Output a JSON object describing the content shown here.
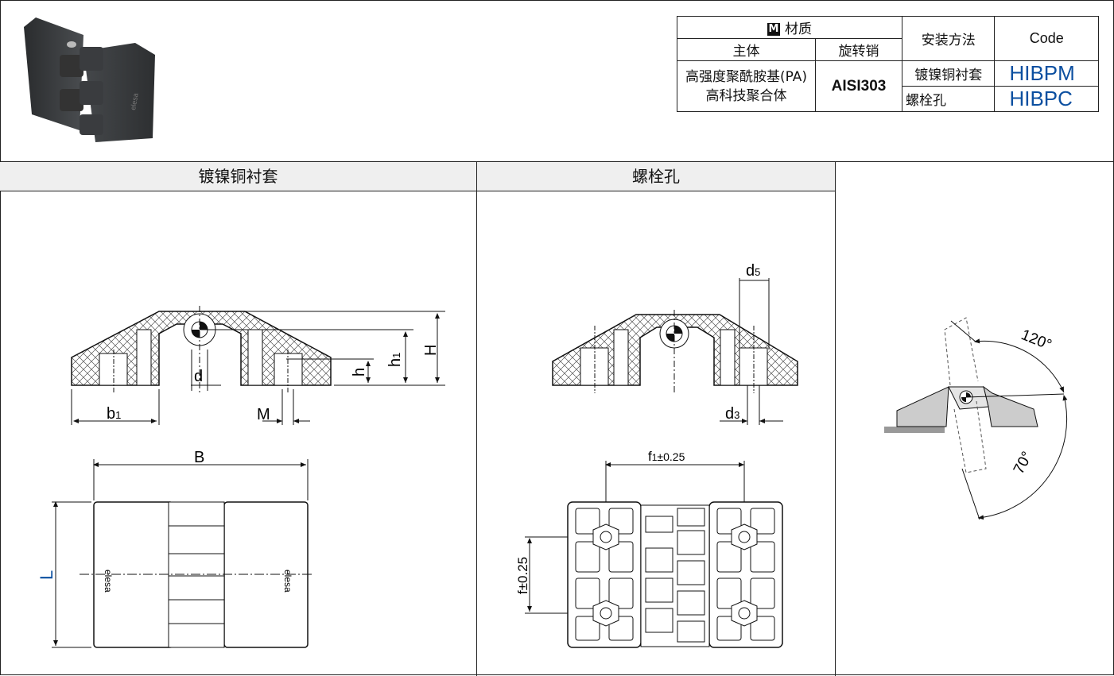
{
  "table": {
    "material_header": "材质",
    "material_icon": "M",
    "body_header": "主体",
    "pin_header": "旋转销",
    "mount_header": "安装方法",
    "code_header": "Code",
    "body_line1": "高强度聚酰胺基(PA)",
    "body_line2": "高科技聚合体",
    "pin_value": "AISI303",
    "rows": [
      {
        "mount": "镀镍铜衬套",
        "code": "HIBPM"
      },
      {
        "mount": "螺栓孔",
        "code": "HIBPC"
      }
    ]
  },
  "panels": {
    "left_title": "镀镍铜衬套",
    "mid_title": "螺栓孔"
  },
  "dims": {
    "d": "d",
    "h": "h",
    "h1": "h",
    "H": "H",
    "b1": "b",
    "M": "M",
    "B": "B",
    "L": "L",
    "d5": "d",
    "d3": "d",
    "f1": "f",
    "f1_tol": "±0.25",
    "f": "f±0.25",
    "sub1": "1",
    "sub5": "5",
    "sub3": "3"
  },
  "angles": {
    "open": "120°",
    "close": "70°"
  },
  "logo_text": "elesa",
  "colors": {
    "code": "#0b4fa0",
    "header_bg": "#efefef",
    "dim_L": "#0b4fa0"
  }
}
